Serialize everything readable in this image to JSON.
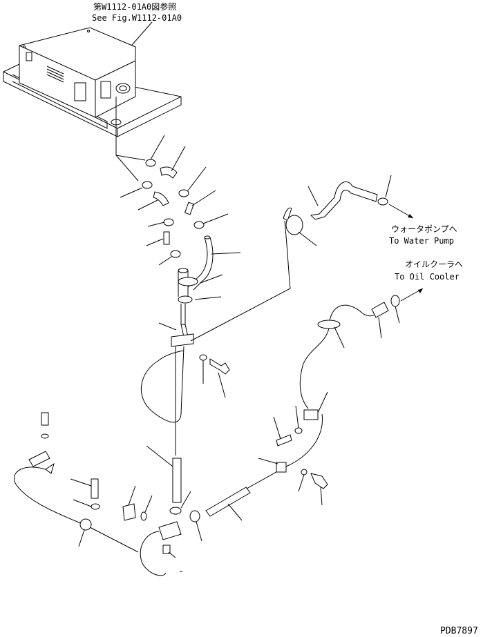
{
  "references": {
    "top_jp": "第W1112-01A0図参照",
    "top_en": "See Fig.W1112-01A0",
    "water_jp": "ウォータポンプへ",
    "water_en": "To Water Pump",
    "oil_jp": "オイルクーラへ",
    "oil_en": "To Oil Cooler"
  },
  "drawing_id": "PDB7897",
  "colors": {
    "line": "#000000",
    "background": "#ffffff"
  }
}
